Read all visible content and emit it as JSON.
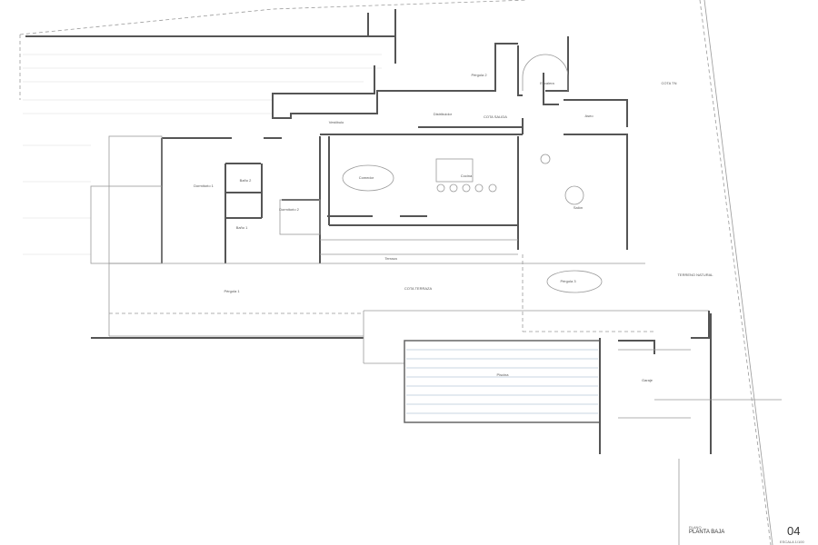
{
  "drawing": {
    "rooms": [
      {
        "key": "dorm1",
        "label": "Dormitorio 1"
      },
      {
        "key": "dorm2",
        "label": "Dormitorio 2"
      },
      {
        "key": "bano1",
        "label": "Baño 1"
      },
      {
        "key": "bano2",
        "label": "Baño 2"
      },
      {
        "key": "comedor",
        "label": "Comedor"
      },
      {
        "key": "cocina",
        "label": "Cocina"
      },
      {
        "key": "salon",
        "label": "Salón"
      },
      {
        "key": "pergola2",
        "label": "Pérgola 2"
      },
      {
        "key": "escalera",
        "label": "Escalera"
      },
      {
        "key": "vestibulo",
        "label": "Vestíbulo"
      },
      {
        "key": "distribuidor",
        "label": "Distribuidor"
      },
      {
        "key": "aseo",
        "label": "Aseo"
      },
      {
        "key": "terraza",
        "label": "Terraza"
      },
      {
        "key": "pergola1",
        "label": "Pérgola 1"
      },
      {
        "key": "pergola3",
        "label": "Pérgola 3"
      },
      {
        "key": "piscina",
        "label": "Piscina"
      },
      {
        "key": "garaje",
        "label": "Garaje"
      },
      {
        "key": "cota_tn",
        "label": "COTA TN"
      },
      {
        "key": "cota_salida",
        "label": "COTA SALIDA"
      },
      {
        "key": "cota_terraza",
        "label": "COTA TERRAZA"
      },
      {
        "key": "terreno",
        "label": "TERRENO NATURAL"
      }
    ]
  },
  "title_block": {
    "plan_caption": "PLANO",
    "plan_name": "PLANTA BAJA",
    "sheet_number": "04",
    "scale": "ESCALA 1/100"
  }
}
